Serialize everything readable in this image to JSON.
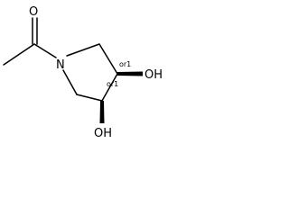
{
  "molecule": {
    "atoms": {
      "oxygen_carbonyl": "O",
      "nitrogen": "N",
      "hydroxyl_upper": "OH",
      "hydroxyl_lower": "OH"
    },
    "stereo": {
      "upper": "or1",
      "lower": "or1"
    }
  }
}
